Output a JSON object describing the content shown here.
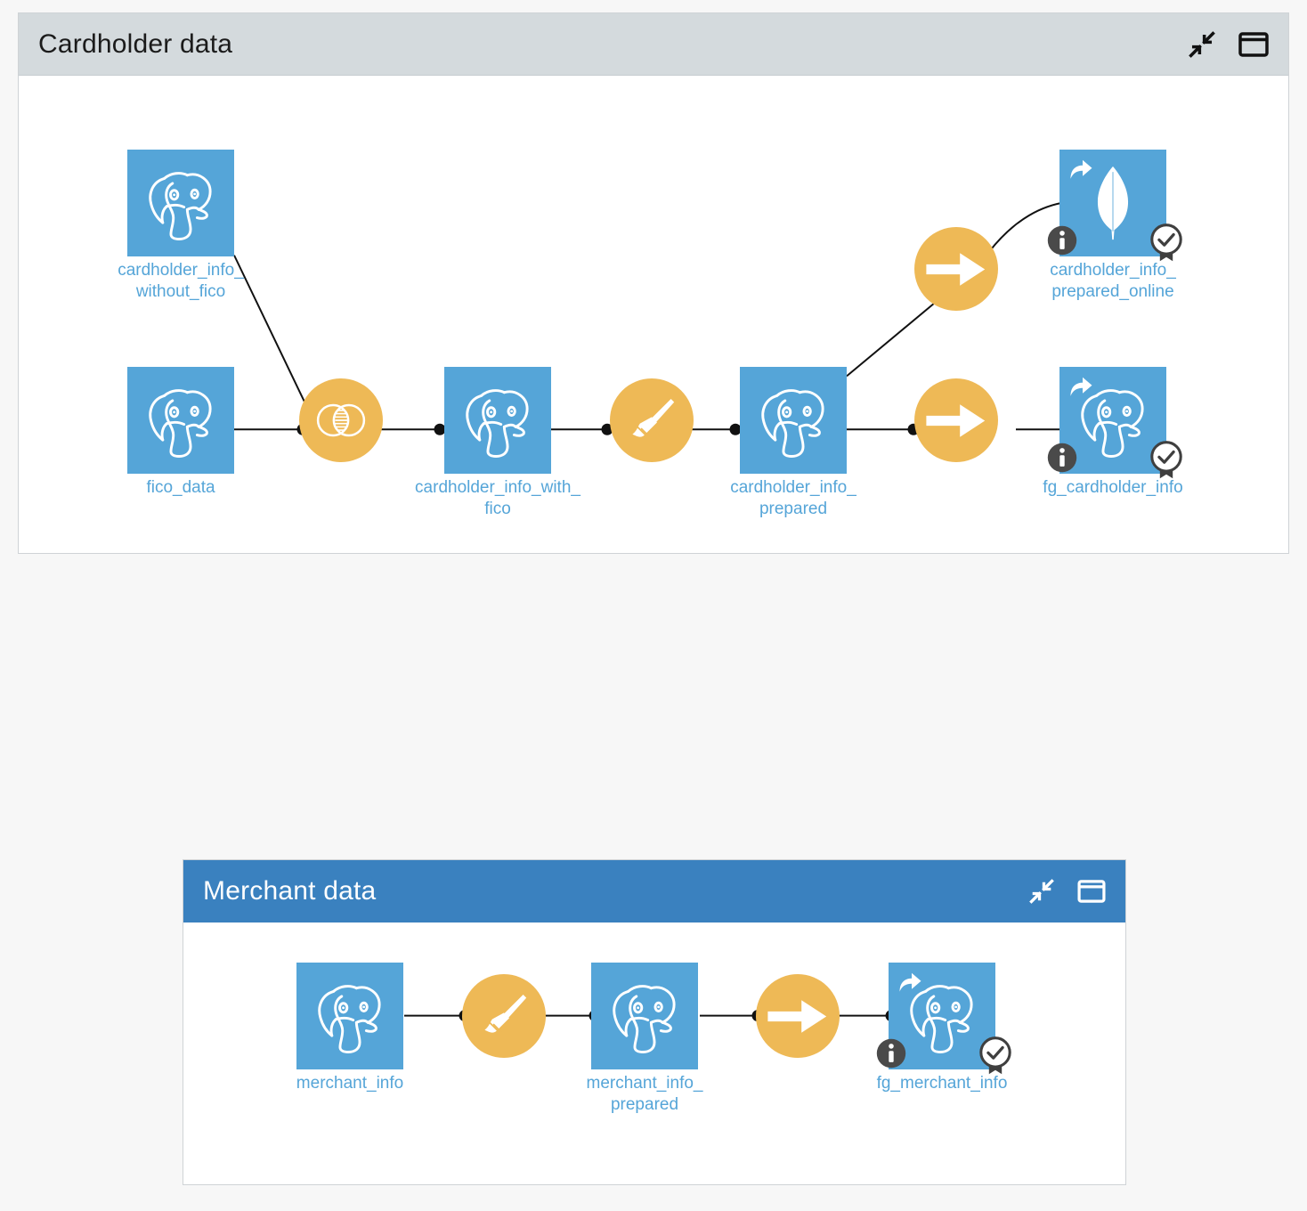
{
  "page": {
    "background_color": "#f7f7f7"
  },
  "panels": [
    {
      "id": "cardholder",
      "title": "Cardholder data",
      "header_bg": "#d4dadd",
      "header_text_color": "#1b1b1b",
      "actions": [
        {
          "name": "collapse-icon",
          "label": "Collapse"
        },
        {
          "name": "window-icon",
          "label": "Window"
        }
      ],
      "nodes": [
        {
          "key": "cardholder_info_without_fico",
          "label": "cardholder_info_\nwithout_fico",
          "type": "source",
          "shape": "square",
          "icon": "postgresql-icon",
          "badges": []
        },
        {
          "key": "fico_data",
          "label": "fico_data",
          "type": "source",
          "shape": "square",
          "icon": "postgresql-icon",
          "badges": []
        },
        {
          "key": "join_op",
          "label": "",
          "type": "operation",
          "shape": "circle",
          "icon": "join-icon",
          "badges": []
        },
        {
          "key": "cardholder_info_with_fico",
          "label": "cardholder_info_with_\nfico",
          "type": "dataset",
          "shape": "square",
          "icon": "postgresql-icon",
          "badges": []
        },
        {
          "key": "clean_op",
          "label": "",
          "type": "operation",
          "shape": "circle",
          "icon": "broom-icon",
          "badges": []
        },
        {
          "key": "cardholder_info_prepared",
          "label": "cardholder_info_\nprepared",
          "type": "dataset",
          "shape": "square",
          "icon": "postgresql-icon",
          "badges": []
        },
        {
          "key": "ingest_online_op",
          "label": "",
          "type": "operation",
          "shape": "circle",
          "icon": "arrow-right-icon",
          "badges": []
        },
        {
          "key": "ingest_offline_op",
          "label": "",
          "type": "operation",
          "shape": "circle",
          "icon": "arrow-right-icon",
          "badges": []
        },
        {
          "key": "cardholder_info_prepared_online",
          "label": "cardholder_info_\nprepared_online",
          "type": "feature-group",
          "shape": "square",
          "icon": "mongodb-icon",
          "badges": [
            "share-icon",
            "info-icon",
            "certified-icon"
          ]
        },
        {
          "key": "fg_cardholder_info",
          "label": "fg_cardholder_info",
          "type": "feature-group",
          "shape": "square",
          "icon": "postgresql-icon",
          "badges": [
            "share-icon",
            "info-icon",
            "certified-icon"
          ]
        }
      ],
      "edges": [
        {
          "from": "cardholder_info_without_fico",
          "to": "join_op"
        },
        {
          "from": "fico_data",
          "to": "join_op"
        },
        {
          "from": "join_op",
          "to": "cardholder_info_with_fico"
        },
        {
          "from": "cardholder_info_with_fico",
          "to": "clean_op"
        },
        {
          "from": "clean_op",
          "to": "cardholder_info_prepared"
        },
        {
          "from": "cardholder_info_prepared",
          "to": "ingest_online_op"
        },
        {
          "from": "ingest_online_op",
          "to": "cardholder_info_prepared_online"
        },
        {
          "from": "cardholder_info_prepared",
          "to": "ingest_offline_op"
        },
        {
          "from": "ingest_offline_op",
          "to": "fg_cardholder_info"
        }
      ]
    },
    {
      "id": "merchant",
      "title": "Merchant data",
      "header_bg": "#3a81bf",
      "header_text_color": "#ffffff",
      "actions": [
        {
          "name": "collapse-icon",
          "label": "Collapse"
        },
        {
          "name": "window-icon",
          "label": "Window"
        }
      ],
      "nodes": [
        {
          "key": "merchant_info",
          "label": "merchant_info",
          "type": "source",
          "shape": "square",
          "icon": "postgresql-icon",
          "badges": []
        },
        {
          "key": "clean_op_m",
          "label": "",
          "type": "operation",
          "shape": "circle",
          "icon": "broom-icon",
          "badges": []
        },
        {
          "key": "merchant_info_prepared",
          "label": "merchant_info_\nprepared",
          "type": "dataset",
          "shape": "square",
          "icon": "postgresql-icon",
          "badges": []
        },
        {
          "key": "ingest_op_m",
          "label": "",
          "type": "operation",
          "shape": "circle",
          "icon": "arrow-right-icon",
          "badges": []
        },
        {
          "key": "fg_merchant_info",
          "label": "fg_merchant_info",
          "type": "feature-group",
          "shape": "square",
          "icon": "postgresql-icon",
          "badges": [
            "share-icon",
            "info-icon",
            "certified-icon"
          ]
        }
      ],
      "edges": [
        {
          "from": "merchant_info",
          "to": "clean_op_m"
        },
        {
          "from": "clean_op_m",
          "to": "merchant_info_prepared"
        },
        {
          "from": "merchant_info_prepared",
          "to": "ingest_op_m"
        },
        {
          "from": "ingest_op_m",
          "to": "fg_merchant_info"
        }
      ]
    }
  ],
  "colors": {
    "dataset_blue": "#55a5d8",
    "operation_amber": "#eeb956",
    "label_blue": "#55a5d8",
    "edge_black": "#111111",
    "info_badge": "#4a4a4a",
    "panel_border": "#cfd3d6",
    "page_bg": "#f7f7f7"
  },
  "labels": {
    "cardholder_info_without_fico": "cardholder_info_\nwithout_fico",
    "fico_data": "fico_data",
    "cardholder_info_with_fico": "cardholder_info_with_\nfico",
    "cardholder_info_prepared": "cardholder_info_\nprepared",
    "cardholder_info_prepared_online": "cardholder_info_\nprepared_online",
    "fg_cardholder_info": "fg_cardholder_info",
    "merchant_info": "merchant_info",
    "merchant_info_prepared": "merchant_info_\nprepared",
    "fg_merchant_info": "fg_merchant_info"
  }
}
